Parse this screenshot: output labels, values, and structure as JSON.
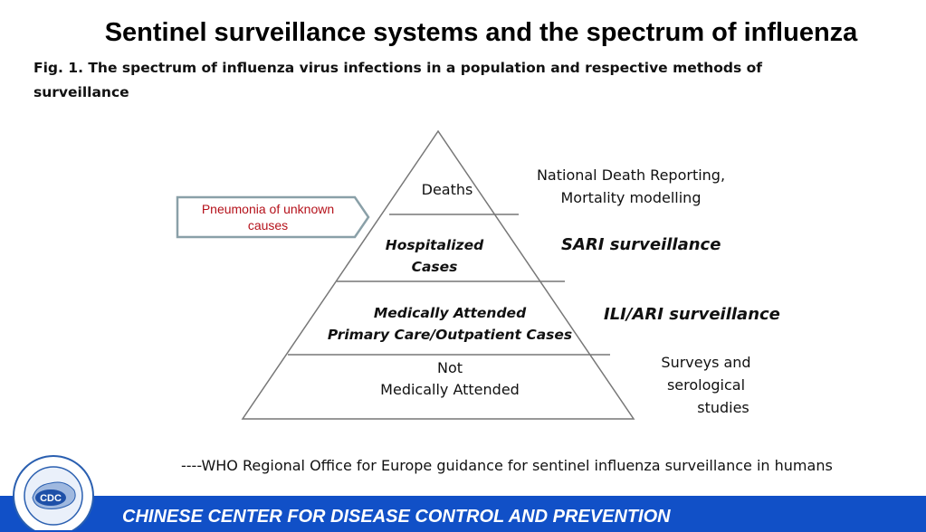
{
  "title": "Sentinel surveillance systems and the spectrum of influenza",
  "caption": {
    "line1": "Fig. 1. The spectrum of influenza virus infections in a population and respective methods of",
    "line2": "surveillance"
  },
  "pyramid": {
    "levels": [
      {
        "line1": "Deaths",
        "line2": ""
      },
      {
        "line1": "Hospitalized",
        "line2": "Cases"
      },
      {
        "line1": "Medically Attended",
        "line2": "Primary Care/Outpatient Cases"
      },
      {
        "line1": "Not",
        "line2": "Medically Attended"
      }
    ],
    "methods": [
      {
        "line1": "National Death Reporting,",
        "line2": "Mortality modelling",
        "line3": ""
      },
      {
        "line1": "SARI surveillance",
        "line2": "",
        "line3": ""
      },
      {
        "line1": "ILI/ARI surveillance",
        "line2": "",
        "line3": ""
      },
      {
        "line1": "Surveys and",
        "line2": "serological",
        "line3": "studies"
      }
    ],
    "callout": {
      "line1": "Pneumonia of unknown",
      "line2": "causes"
    }
  },
  "source": "----WHO Regional Office for Europe guidance for sentinel influenza surveillance in humans",
  "footer": {
    "org_name": "CHINESE CENTER FOR DISEASE CONTROL AND PREVENTION",
    "logo_text": "CDC"
  },
  "colors": {
    "footer_bar": "#1150c7",
    "callout_text": "#b5121b",
    "callout_border": "#8aa0a8"
  }
}
